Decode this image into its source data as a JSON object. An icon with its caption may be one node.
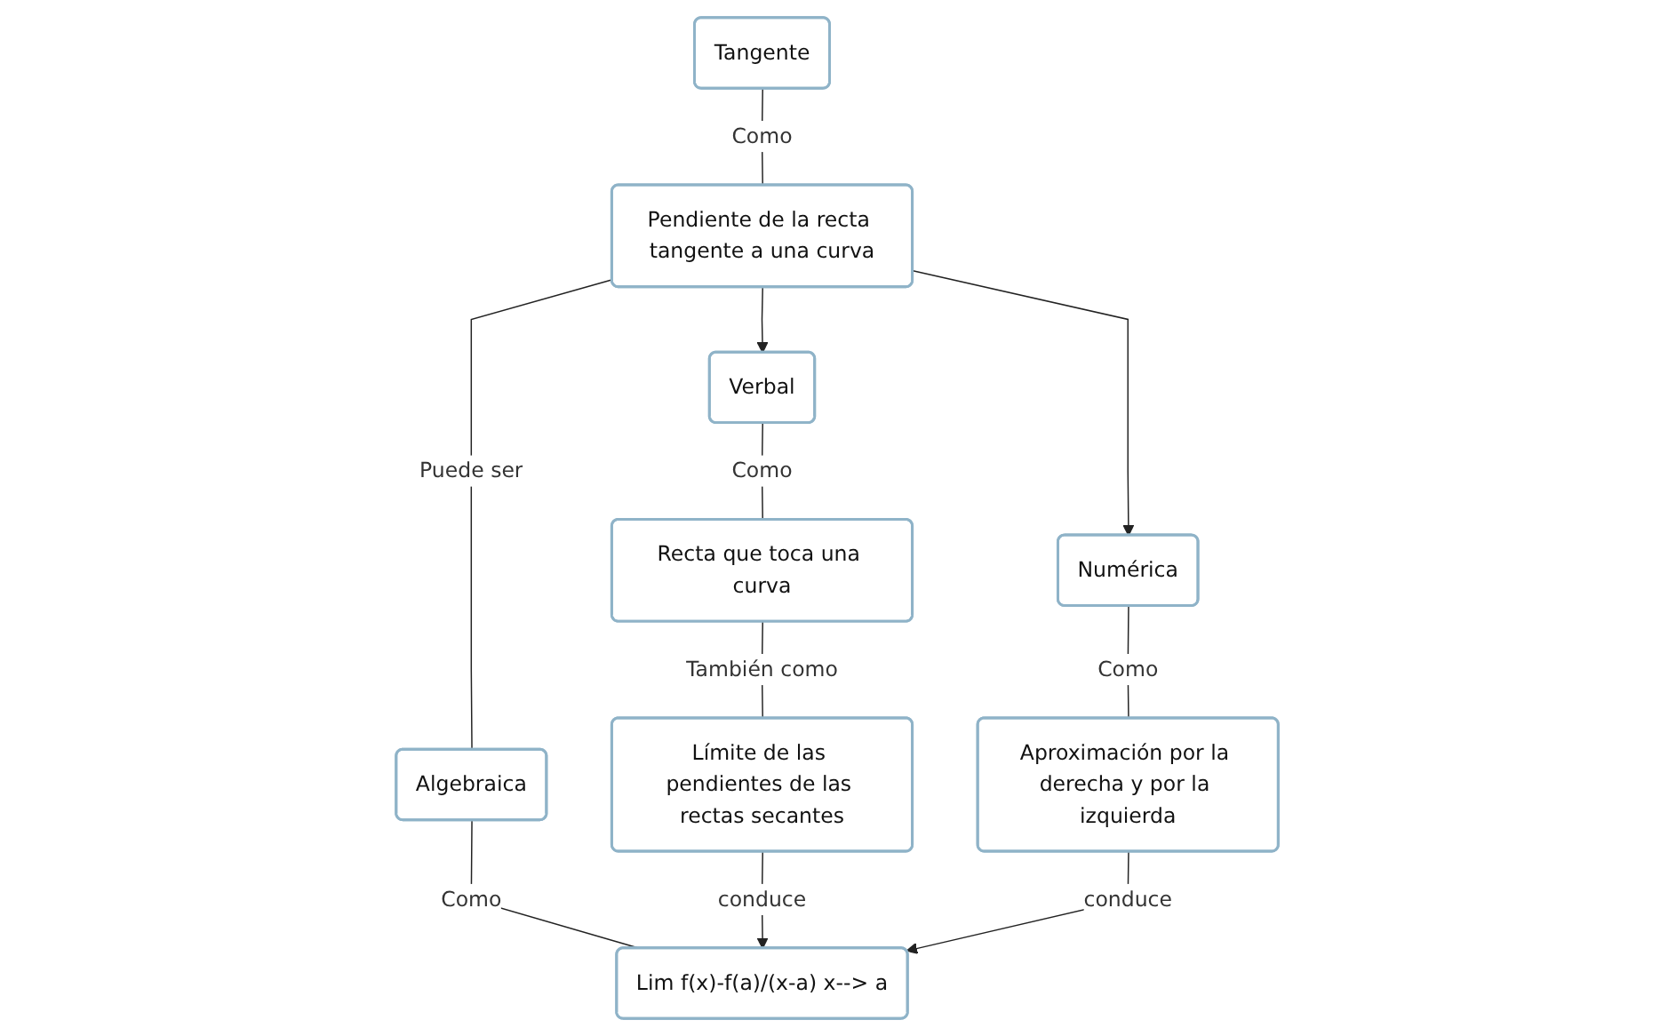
{
  "diagram": {
    "nodes": [
      {
        "text": [
          "Tangente"
        ]
      },
      {
        "text": [
          "Pendiente de la recta tangente a una curva"
        ]
      },
      {
        "text": [
          "Verbal"
        ]
      },
      {
        "text": [
          "Algebraica"
        ]
      },
      {
        "text": [
          "Numérica"
        ]
      },
      {
        "text": [
          "Recta que toca una curva"
        ]
      },
      {
        "text": [
          "Lim  f(x)-f(a)/(x-a) x--> a"
        ]
      },
      {
        "text": [
          "Aproximación por la derecha y por la izquierda"
        ]
      },
      {
        "text": [
          "Límite de las pendientes de las rectas secantes"
        ]
      }
    ],
    "edges": [
      {
        "from": 0,
        "to": 1,
        "arrow": "none",
        "label": "Como"
      },
      {
        "from": 1,
        "to": 2,
        "arrow": "to"
      },
      {
        "from": 1,
        "to": 3,
        "arrow": "none",
        "label": "Puede ser"
      },
      {
        "from": 1,
        "to": 4,
        "arrow": "to"
      },
      {
        "from": 2,
        "to": 5,
        "arrow": "none",
        "label": "Como"
      },
      {
        "from": 3,
        "to": 6,
        "arrow": "none",
        "label": "Como"
      },
      {
        "from": 4,
        "to": 7,
        "arrow": "none",
        "label": "Como"
      },
      {
        "from": 5,
        "to": 8,
        "arrow": "none",
        "label": "También como"
      },
      {
        "from": 8,
        "to": 6,
        "arrow": "to",
        "label": "conduce"
      },
      {
        "from": 7,
        "to": 6,
        "arrow": "to",
        "label": "conduce"
      }
    ]
  }
}
